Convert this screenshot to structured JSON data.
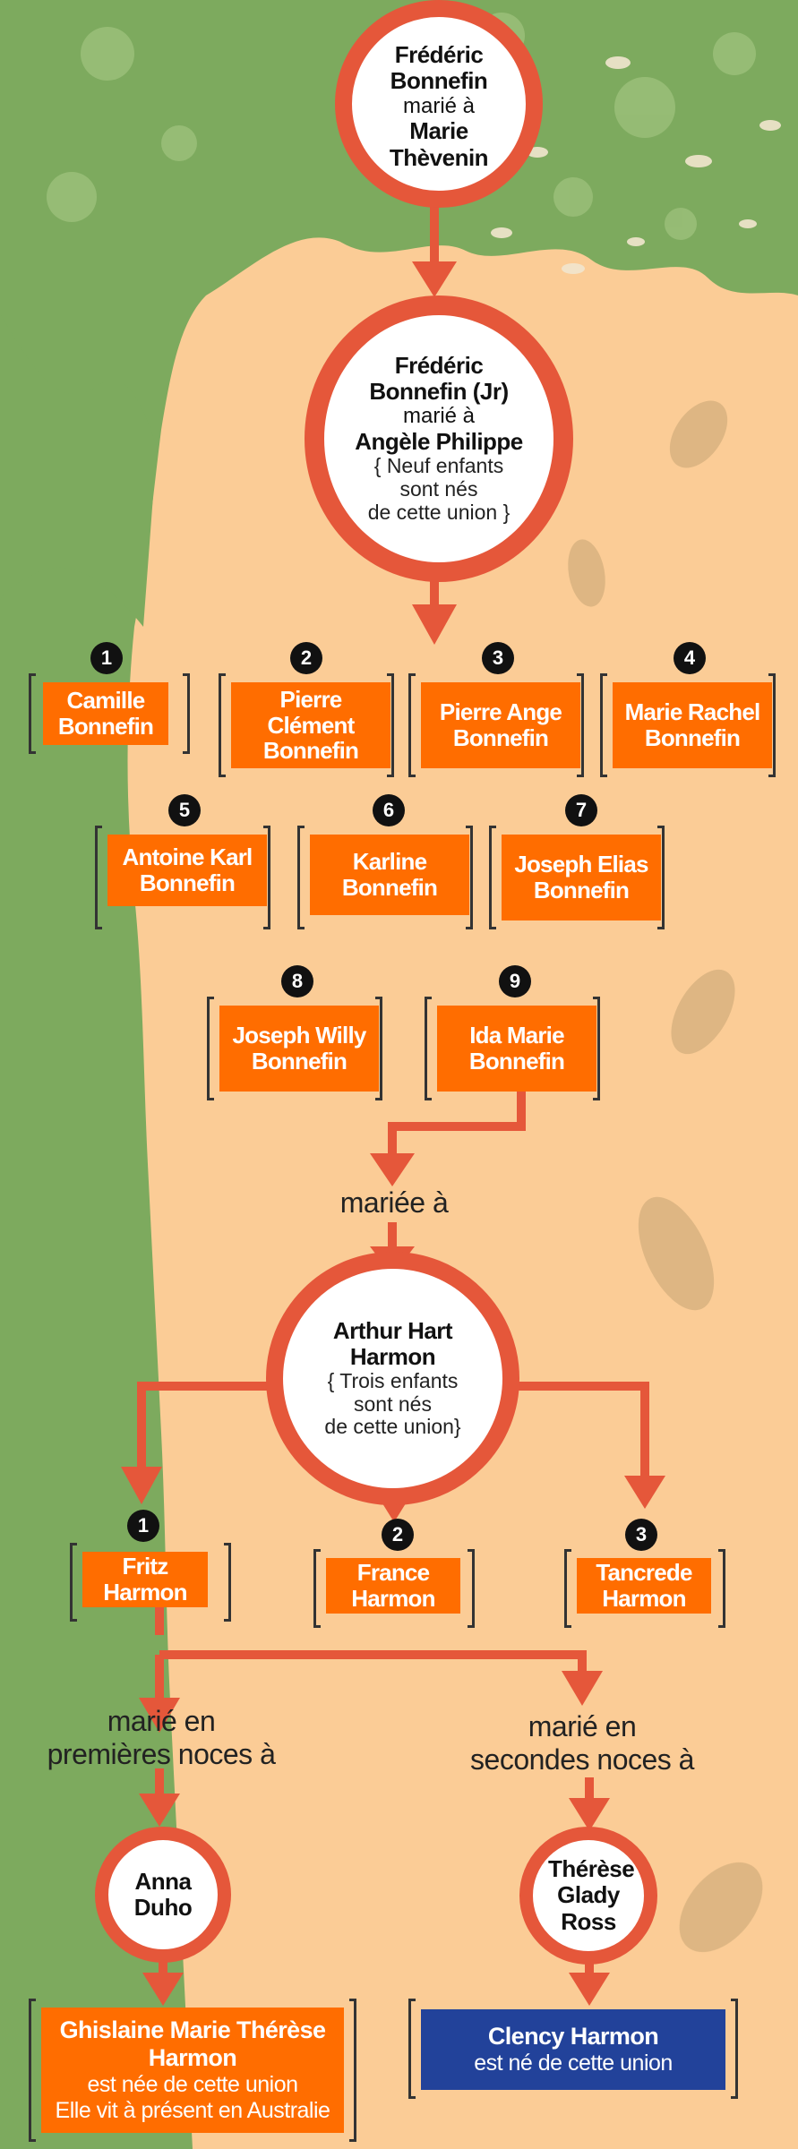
{
  "colors": {
    "accent": "#e5573a",
    "box": "#ff6d00",
    "blue": "#22429a",
    "tree": "#7daa5e",
    "sand": "#fbcc96"
  },
  "gen1": {
    "name": "Frédéric Bonnefin",
    "rel": "marié à",
    "spouse": "Marie Thèvenin"
  },
  "gen2": {
    "name": "Frédéric Bonnefin (Jr)",
    "rel": "marié à",
    "spouse": "Angèle Philippe",
    "note_l1": "{ Neuf enfants",
    "note_l2": "sont nés",
    "note_l3": "de cette union }"
  },
  "children": [
    {
      "num": "1",
      "name": "Camille Bonnefin"
    },
    {
      "num": "2",
      "name": "Pierre Clément Bonnefin"
    },
    {
      "num": "3",
      "name": "Pierre Ange Bonnefin"
    },
    {
      "num": "4",
      "name": "Marie Rachel Bonnefin"
    },
    {
      "num": "5",
      "name": "Antoine Karl Bonnefin"
    },
    {
      "num": "6",
      "name": "Karline Bonnefin"
    },
    {
      "num": "7",
      "name": "Joseph Elias Bonnefin"
    },
    {
      "num": "8",
      "name": "Joseph Willy Bonnefin"
    },
    {
      "num": "9",
      "name": "Ida Marie Bonnefin"
    }
  ],
  "mariee_label": "mariée à",
  "gen3": {
    "name": "Arthur Hart Harmon",
    "note_l1": "{ Trois enfants",
    "note_l2": "sont nés",
    "note_l3": "de cette union}"
  },
  "harmon_children": [
    {
      "num": "1",
      "name": "Fritz Harmon"
    },
    {
      "num": "2",
      "name": "France Harmon"
    },
    {
      "num": "3",
      "name": "Tancrede Harmon"
    }
  ],
  "first_marriage": {
    "label_l1": "marié en",
    "label_l2": "premières noces à",
    "spouse": "Anna Duho"
  },
  "second_marriage": {
    "label_l1": "marié en",
    "label_l2": "secondes noces à",
    "spouse": "Thérèse Glady Ross"
  },
  "child_first": {
    "name": "Ghislaine Marie Thérèse Harmon",
    "l1": "est née de cette union",
    "l2": "Elle vit à présent en Australie"
  },
  "child_second": {
    "name": "Clency Harmon",
    "l1": "est né de cette union"
  }
}
